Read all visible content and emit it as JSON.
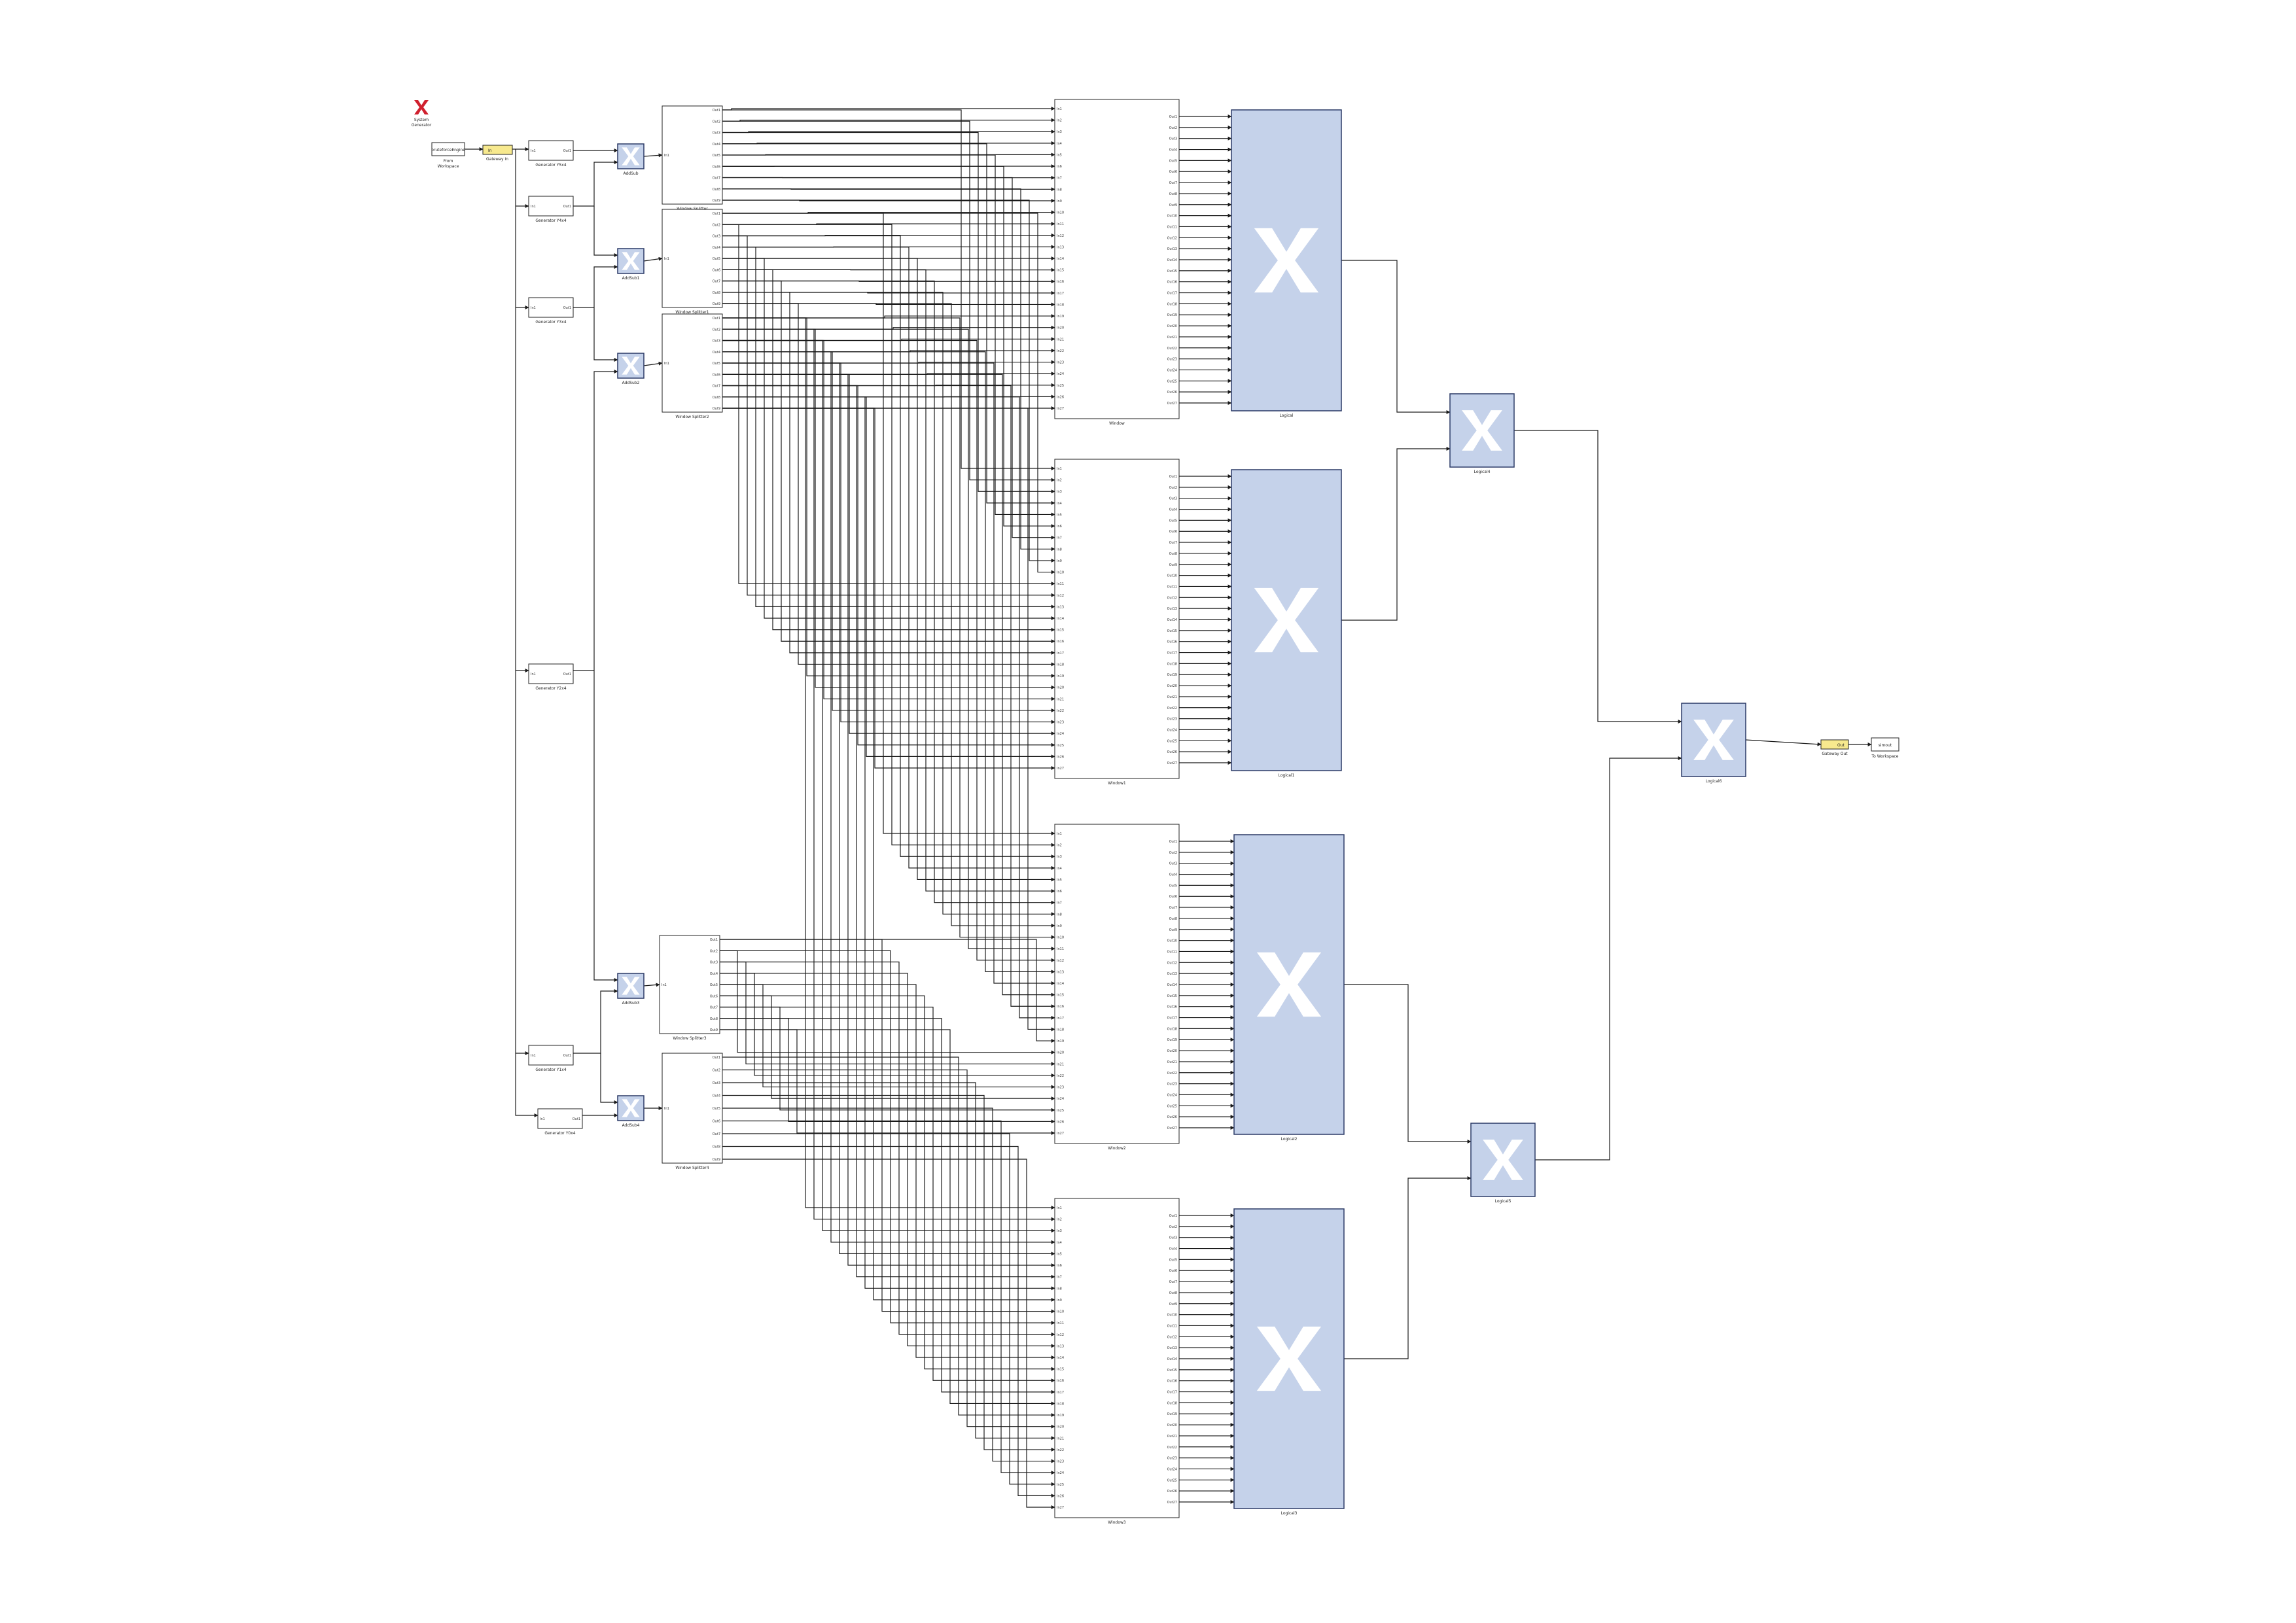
{
  "logo": {
    "line1": "System",
    "line2": "Generator"
  },
  "inputs": {
    "from_ws_text": "bruteforceEngine",
    "from_ws_label1": "From",
    "from_ws_label2": "Workspace",
    "gateway_in_text": "In",
    "gateway_in_label": "Gateway In"
  },
  "outputs": {
    "gateway_out_text": "Out",
    "gateway_out_label": "Gateway Out",
    "to_ws_text": "simout",
    "to_ws_label": "To Workspace"
  },
  "generators": [
    {
      "name": "Generator Y5x4",
      "in": "In1",
      "out": "Out1"
    },
    {
      "name": "Generator Y4x4",
      "in": "In1",
      "out": "Out1"
    },
    {
      "name": "Generator Y3x4",
      "in": "In1",
      "out": "Out1"
    },
    {
      "name": "Generator Y2x4",
      "in": "In1",
      "out": "Out1"
    },
    {
      "name": "Generator Y1x4",
      "in": "In1",
      "out": "Out1"
    },
    {
      "name": "Generator Y0x4",
      "in": "In1",
      "out": "Out1"
    }
  ],
  "xor_blocks": [
    "AddSub",
    "AddSub1",
    "AddSub2",
    "AddSub3",
    "AddSub4"
  ],
  "splitters": [
    {
      "name": "Window Splitter",
      "in": "In1",
      "outs": [
        "Out1",
        "Out2",
        "Out3",
        "Out4",
        "Out5",
        "Out6",
        "Out7",
        "Out8",
        "Out9"
      ]
    },
    {
      "name": "Window Splitter1",
      "in": "In1",
      "outs": [
        "Out1",
        "Out2",
        "Out3",
        "Out4",
        "Out5",
        "Out6",
        "Out7",
        "Out8",
        "Out9"
      ]
    },
    {
      "name": "Window Splitter2",
      "in": "In1",
      "outs": [
        "Out1",
        "Out2",
        "Out3",
        "Out4",
        "Out5",
        "Out6",
        "Out7",
        "Out8",
        "Out9"
      ]
    },
    {
      "name": "Window Splitter3",
      "in": "In1",
      "outs": [
        "Out1",
        "Out2",
        "Out3",
        "Out4",
        "Out5",
        "Out6",
        "Out7",
        "Out8",
        "Out9"
      ]
    },
    {
      "name": "Window Splitter4",
      "in": "In1",
      "outs": [
        "Out1",
        "Out2",
        "Out3",
        "Out4",
        "Out5",
        "Out6",
        "Out7",
        "Out8",
        "Out9"
      ]
    }
  ],
  "windows": [
    {
      "name": "Window",
      "ports": 27
    },
    {
      "name": "Window1",
      "ports": 27
    },
    {
      "name": "Window2",
      "ports": 27
    },
    {
      "name": "Window3",
      "ports": 27
    }
  ],
  "big_logic": [
    "Logical",
    "Logical1",
    "Logical2",
    "Logical3"
  ],
  "small_logic": [
    "Logical4",
    "Logical5",
    "Logical6"
  ],
  "colors": {
    "xilinx_fill": "#c5d2ea",
    "xilinx_stroke": "#2b3a67",
    "gateway_fill": "#f7e98e",
    "logo_red": "#d0202e",
    "wire": "#1a1a1a"
  }
}
